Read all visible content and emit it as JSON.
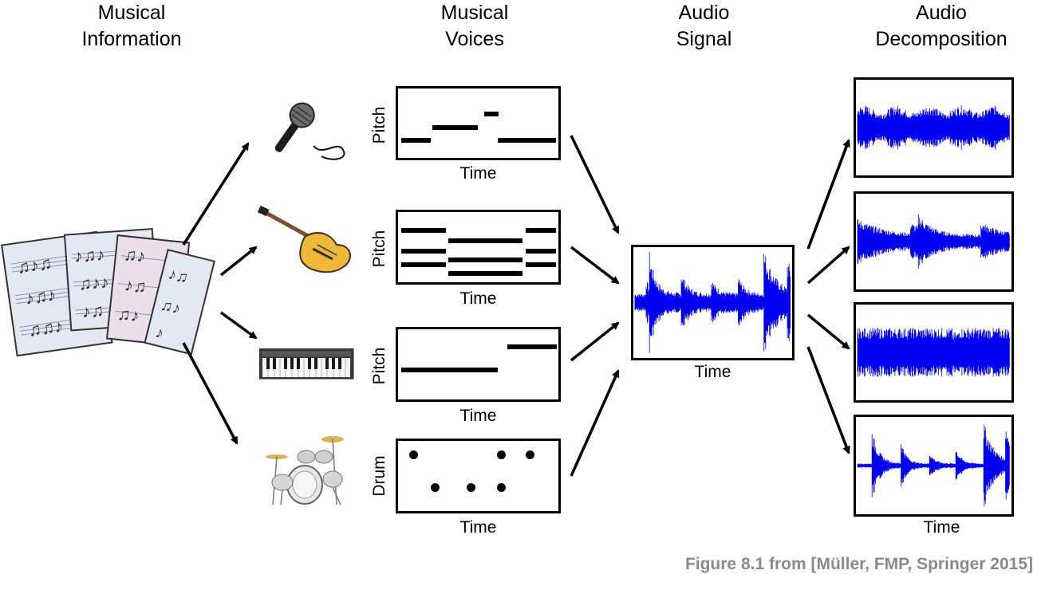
{
  "headers": {
    "musical_information": [
      "Musical",
      "Information"
    ],
    "musical_voices": [
      "Musical",
      "Voices"
    ],
    "audio_signal": [
      "Audio",
      "Signal"
    ],
    "audio_decomposition": [
      "Audio",
      "Decomposition"
    ]
  },
  "voices": [
    {
      "instrument": "microphone-icon",
      "ylabel": "Pitch",
      "xlabel": "Time"
    },
    {
      "instrument": "guitar-icon",
      "ylabel": "Pitch",
      "xlabel": "Time"
    },
    {
      "instrument": "keyboard-icon",
      "ylabel": "Pitch",
      "xlabel": "Time"
    },
    {
      "instrument": "drumkit-icon",
      "ylabel": "Drum",
      "xlabel": "Time"
    }
  ],
  "audio_signal": {
    "xlabel": "Time"
  },
  "decomposition": {
    "xlabel": "Time"
  },
  "colors": {
    "waveform": "#0000ee",
    "caption": "#8a8a8a"
  },
  "caption": "Figure 8.1 from [Müller, FMP, Springer 2015]"
}
